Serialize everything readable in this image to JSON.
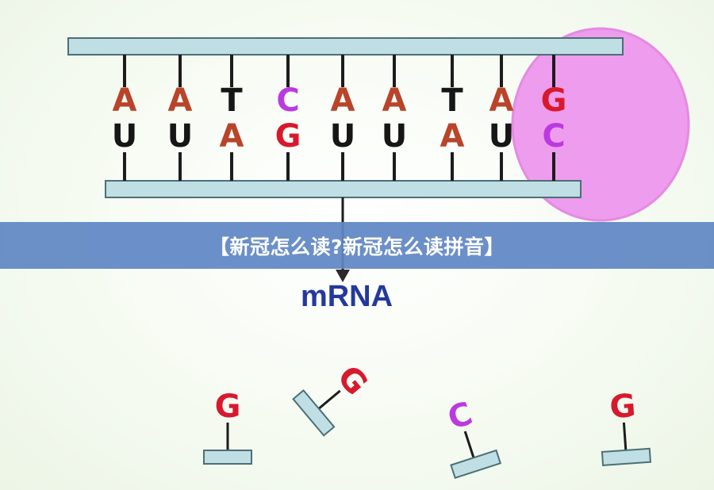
{
  "colors": {
    "strand_fill": "#bfdfe4",
    "strand_stroke": "#4c6f75",
    "line": "#1c1c1c",
    "ribosome": "#ee9ced",
    "ribosome_stroke": "#e58ae3",
    "mrna_text": "#23399c",
    "banner": "#6086c4"
  },
  "base_colors": {
    "A": "#b9442a",
    "U": "#161616",
    "T": "#161616",
    "C": "#bb3ae0",
    "G": "#d8192d"
  },
  "dna_top": [
    "A",
    "A",
    "T",
    "C",
    "A",
    "A",
    "T",
    "A",
    "G"
  ],
  "rna_bottom": [
    "U",
    "U",
    "A",
    "G",
    "U",
    "U",
    "A",
    "U",
    "C"
  ],
  "mrna_label": "mRNA",
  "free_nucleotides": [
    "G",
    "G",
    "C",
    "G"
  ],
  "banner_text": "【新冠怎么读?新冠怎么读拼音】"
}
